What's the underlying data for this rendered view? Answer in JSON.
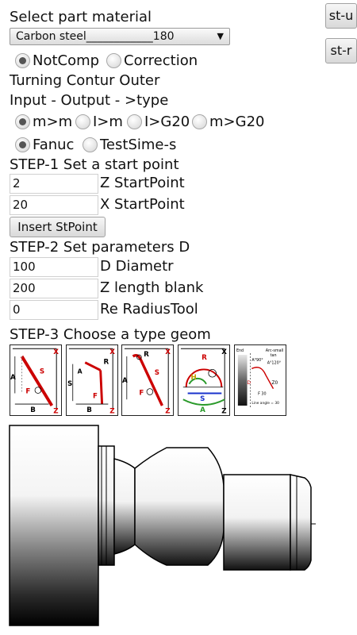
{
  "material": {
    "heading": "Select part material",
    "selected": "Carbon steel____________180",
    "arrow": "▼"
  },
  "top_buttons": {
    "st_u": "st-u",
    "st_r": "st-r"
  },
  "compensation": {
    "opt1": "NotComp",
    "opt2": "Correction",
    "selected": "NotComp"
  },
  "title_line": "Turning Contur Outer",
  "io_label": "Input - Output - >type",
  "io_options": {
    "opt1": "m>m",
    "opt2": "I>m",
    "opt3": "I>G20",
    "opt4": "m>G20",
    "selected": "m>m"
  },
  "controller": {
    "opt1": "Fanuc",
    "opt2": "TestSime-s",
    "selected": "Fanuc"
  },
  "step1": {
    "title": "STEP-1 Set a start point",
    "z_value": "2",
    "z_label": "Z StartPoint",
    "x_value": "20",
    "x_label": "X StartPoint",
    "insert_button": "Insert StPoint"
  },
  "step2": {
    "title": "STEP-2 Set parameters D",
    "d_value": "100",
    "d_label": "D Diametr",
    "z_value": "200",
    "z_label": "Z length blank",
    "re_value": "0",
    "re_label": "Re RadiusTool"
  },
  "step3": {
    "title": "STEP-3 Choose a type geom",
    "thumbs": {
      "t1": {
        "x": "X",
        "z": "Z",
        "a": "A",
        "s": "S",
        "f": "F",
        "b": "B"
      },
      "t2": {
        "x": "X",
        "z": "Z",
        "a": "A",
        "s": "S",
        "r": "R",
        "f": "F",
        "b": "B"
      },
      "t3": {
        "x": "X",
        "z": "Z",
        "a": "A",
        "s": "S",
        "r": "R",
        "f": "F"
      },
      "t4": {
        "x": "X",
        "z": "Z",
        "r": "R",
        "h": "H",
        "s": "S",
        "a": "A"
      },
      "t5": {
        "end": "End",
        "arc": "Arc-small",
        "tan": "tan",
        "a90": "A°90°",
        "a120": "A°120°",
        "z0": "Z0",
        "f": "F 30",
        "line": "Line angle = 30",
        "d": "D"
      }
    }
  }
}
